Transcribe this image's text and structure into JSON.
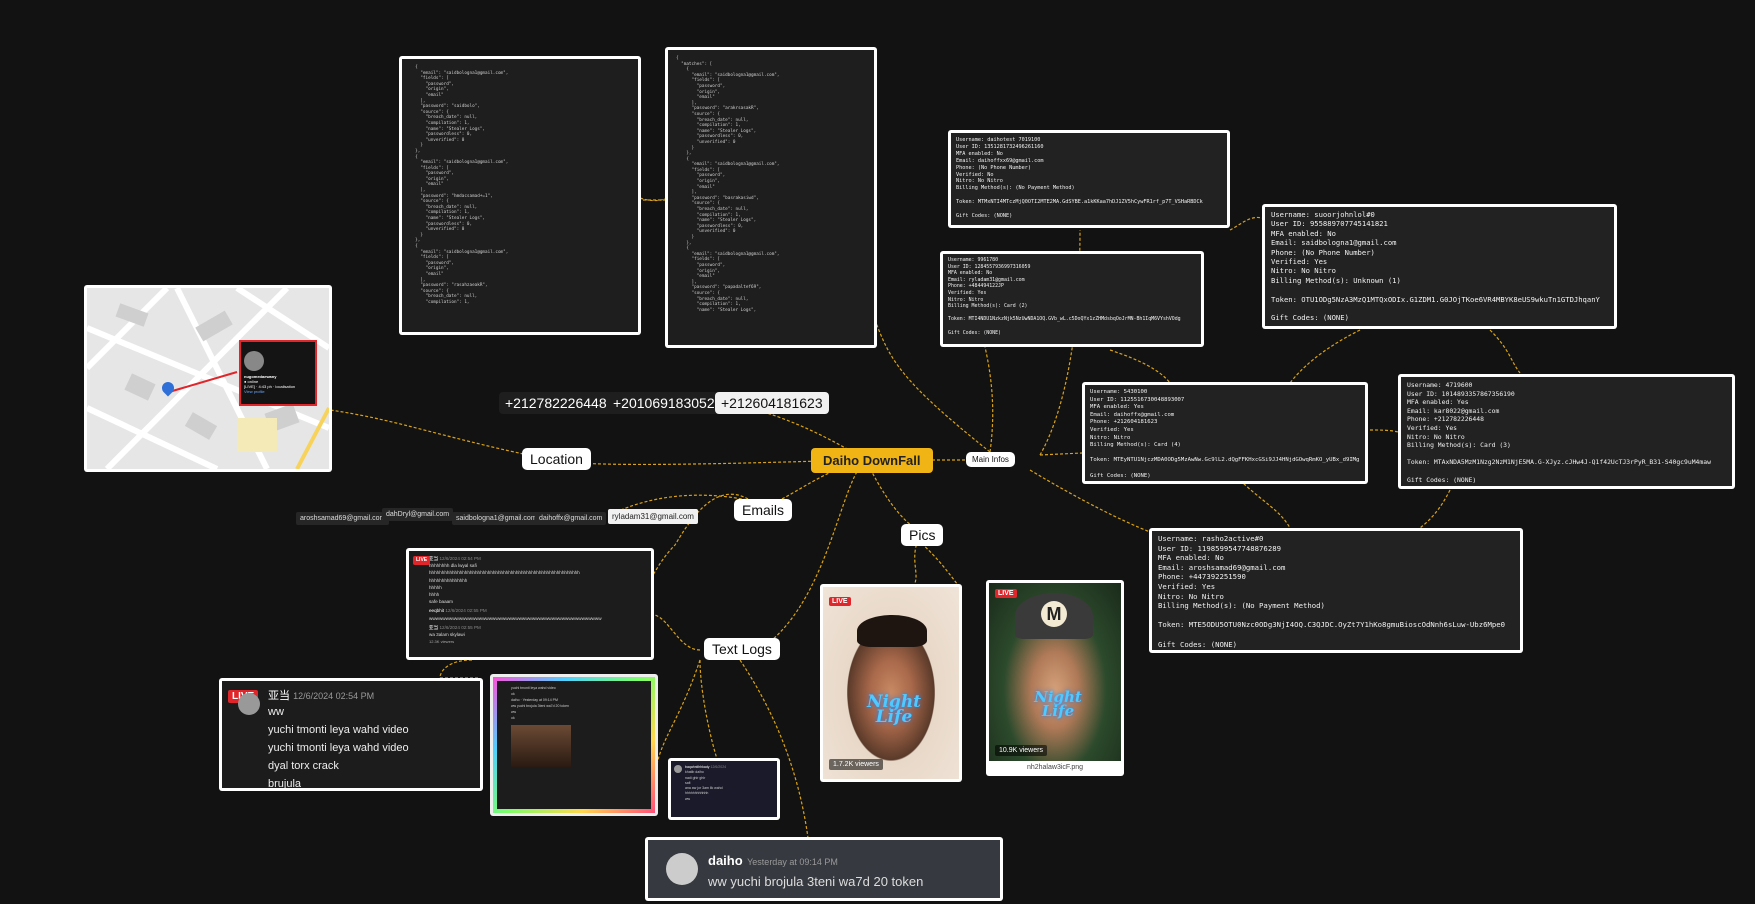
{
  "root": {
    "label": "Daiho DownFall"
  },
  "branches": {
    "location": "Location",
    "emails": "Emails",
    "text_logs": "Text Logs",
    "pics": "Pics",
    "main_infos": "Main Infos"
  },
  "phones": [
    "+212782226448",
    "+201069183052",
    "+212604181623"
  ],
  "emails": [
    "aroshsamad69@gmail.com",
    "dahDryl@gmail.com",
    "saidbologna1@gmail.com",
    "daihoffx@gmail.com",
    "ryladam31@gmail.com"
  ],
  "json_panel_1": "  {\n    \"email\": \"saidbologna1@gmail.com\",\n    \"fields\": [\n      \"password\",\n      \"origin\",\n      \"email\"\n    ],\n    \"password\": \"saidbolo\",\n    \"source\": {\n      \"breach_date\": null,\n      \"compilation\": 1,\n      \"name\": \"Stealer Logs\",\n      \"passwordless\": 0,\n      \"unverified\": 0\n    }\n  },\n  {\n    \"email\": \"saidbologna1@gmail.com\",\n    \"fields\": [\n      \"password\",\n      \"origin\",\n      \"email\"\n    ],\n    \"password\": \"hmdacsamad+=1\",\n    \"source\": {\n      \"breach_date\": null,\n      \"compilation\": 1,\n      \"name\": \"Stealer Logs\",\n      \"passwordless\": 0,\n      \"unverified\": 0\n    }\n  },\n  {\n    \"email\": \"saidbologna1@gmail.com\",\n    \"fields\": [\n      \"password\",\n      \"origin\",\n      \"email\"\n    ],\n    \"password\": \"rasahzaeakR\",\n    \"source\": {\n      \"breach_date\": null,\n      \"compilation\": 1,",
  "json_panel_2": "{\n  \"matches\": [\n    {\n      \"email\": \"saidbologna1@gmail.com\",\n      \"fields\": [\n        \"password\",\n        \"origin\",\n        \"email\"\n      ],\n      \"password\": \"arakrsasakR\",\n      \"source\": {\n        \"breach_date\": null,\n        \"compilation\": 1,\n        \"name\": \"Stealer Logs\",\n        \"passwordless\": 0,\n        \"unverified\": 0\n      }\n    },\n    {\n      \"email\": \"saidbologna1@gmail.com\",\n      \"fields\": [\n        \"password\",\n        \"origin\",\n        \"email\"\n      ],\n      \"password\": \"basrakasiwd\",\n      \"source\": {\n        \"breach_date\": null,\n        \"compilation\": 1,\n        \"name\": \"Stealer Logs\",\n        \"passwordless\": 0,\n        \"unverified\": 0\n      }\n    },\n    {\n      \"email\": \"saidbologna1@gmail.com\",\n      \"fields\": [\n        \"password\",\n        \"origin\",\n        \"email\"\n      ],\n      \"password\": \"papadaltef69\",\n      \"source\": {\n        \"breach_date\": null,\n        \"compilation\": 1,\n        \"name\": \"Stealer Logs\",",
  "info_cards": {
    "daihotest": "Username: daihotest 7019100\nUser ID: 1351281732496261160\nMFA enabled: No\nEmail: daihoffxx69@gmail.com\nPhone: (No Phone Number)\nVerified: No\nNitro: No Nitro\nBilling Method(s): (No Payment Method)\n\nToken: MTMxNTI4MTczMjQ0OTI2MTE2MA.GdSYBE.a1kKKaa7hDJ1ZV5hCywFR1rf_p7T_VSHaRBDCk\n\nGift Codes: (NONE)",
    "card2": "Username: 9961780\nUser ID: 1284557936997316059\nMFA enabled: No\nEmail: ryladam31@gmail.com\nPhone: +484494122JP\nVerified: Yes\nNitro: Nitro\nBilling Method(s): Card (2)\n\nToken: MTI4NDU1NzkzNjk5NzUwNDA1OQ.GVb_wL.c5DoQYx1zZHMdsbqOoJrMN-Bh1IqM6VYshVOdg\n\nGift Codes: (NONE)",
    "suoor": "Username: suoorjohnlol#0\nUser ID: 955889707745141821\nMFA enabled: No\nEmail: saidbologna1@gmail.com\nPhone: (No Phone Number)\nVerified: Yes\nNitro: No Nitro\nBilling Method(s): Unknown (1)\n\nToken: OTU1ODg5NzA3MzQ1MTQxODIx.G1ZDM1.G0JOjTKoe6VR4MBYK8eUS9wkuTn1GTDJhqanY\n\nGift Codes: (NONE)",
    "card4": "Username: 5430100\nUser ID: 1125516730048893007\nMFA enabled: Yes\nEmail: daihoffx@gmail.com\nPhone: +212604181623\nVerified: Yes\nNitro: Nitro\nBilling Method(s): Card (4)\n\nToken: MTEyNTU1NjczMDA0ODg5MzAwNw.Gc9lL2.dQgFFKHxcGSi9JJ4HNjdGOwqRmKO_yUBx_d9IMg\n\nGift Codes: (NONE)",
    "card3": "Username: 4719600\nUser ID: 1014893357867356190\nMFA enabled: Yes\nEmail: kar8022@gmail.com\nPhone: +212782226448\nVerified: Yes\nNitro: No Nitro\nBilling Method(s): Card (3)\n\nToken: MTAxNDA5MzM1Nzg2NzM1NjE5MA.G-XJyz.cJHw4J-Q1f42UcTJ3rPyR_B31-S40gc9uM4maw\n\nGift Codes: (NONE)",
    "rasho": "Username: rasho2active#0\nUser ID: 1198599547748876289\nMFA enabled: No\nEmail: aroshsamad69@gmail.com\nPhone: +447392251590\nVerified: Yes\nNitro: No Nitro\nBilling Method(s): (No Payment Method)\n\nToken: MTE5ODU5OTU0Nzc0ODg3NjI4OQ.C3QJDC.OyZt7Y1hKo8gmuBioscOdNnh6sLuw-Ubz6Mpe0\n\nGift Codes: (NONE)"
  },
  "map_card": {
    "username": "nugomedaewany",
    "status": "● online ",
    "detail": "[LIVE] · 4:43 ph · localisation",
    "link": "View profile"
  },
  "chat_top": {
    "user1": "亚当",
    "time1": "12/6/2024 02:54 PM",
    "lines1": [
      "hhhhhhhh dla lwyal safi",
      "hhhhhhhhhhhhhhhhhhhhhhhhhhhhhhhhhhhhhhhhhhhhhhhhhhhhhhhhhhh",
      "hhhhhhhhhhhhhhh",
      "hhhhh",
      "hhhh",
      "safe baaam"
    ],
    "user2": "eeqbhit",
    "time2": "12/6/2024 02:55 PM",
    "lines2": [
      "wwwwwwwwwwwwwwwwwwwwwwwwwwwwwwwwwwwwwwwwwwwwwwwwwwww"
    ],
    "user3": "亚当",
    "time3": "12/6/2024 02:55 PM",
    "lines3": [
      "wa 3alam skylawi"
    ],
    "viewers": "12.3K viewers"
  },
  "chat_big": {
    "live": "LIVE",
    "user": "亚当",
    "time": "12/6/2024 02:54 PM",
    "lines": [
      "ww",
      "yuchi tmonti leya wahd video",
      "yuchi tmonti leya wahd video",
      "dyal torx crack",
      "brujula"
    ]
  },
  "chat_rainbow": {
    "lines": [
      "yuchi tmonti leya wahd video",
      "ok",
      "daiho · Yesterday at 09:14 PM",
      "ww yuchi brojula 3teni wa7d 20 token",
      "ww",
      "ok"
    ]
  },
  "chat_small": {
    "user": "baqahniihhkady",
    "time": "12/6/2024",
    "lines": [
      "khatib daiho",
      "nadi ghir ghir",
      "safi",
      "ana aw jor 3am lik wahd",
      "hhhhhhhhhhhh",
      "ww"
    ]
  },
  "chat_bottom": {
    "user": "daiho",
    "time": "Yesterday at 09:14 PM",
    "message": "ww yuchi brojula 3teni wa7d 20 token"
  },
  "pics": {
    "p1": {
      "live": "LIVE",
      "sticker_1": "Night",
      "sticker_2": "Life",
      "viewers": "1.7.2K viewers"
    },
    "p2": {
      "live": "LIVE",
      "sticker_1": "Night",
      "sticker_2": "Life",
      "viewers": "10.9K viewers",
      "caption": "nh2halaw3icF.png"
    }
  },
  "colors": {
    "background": "#121212",
    "root": "#f0b414",
    "connector": "#d9a21a",
    "live": "#e0262b",
    "sticker": "#4fc9ff"
  }
}
